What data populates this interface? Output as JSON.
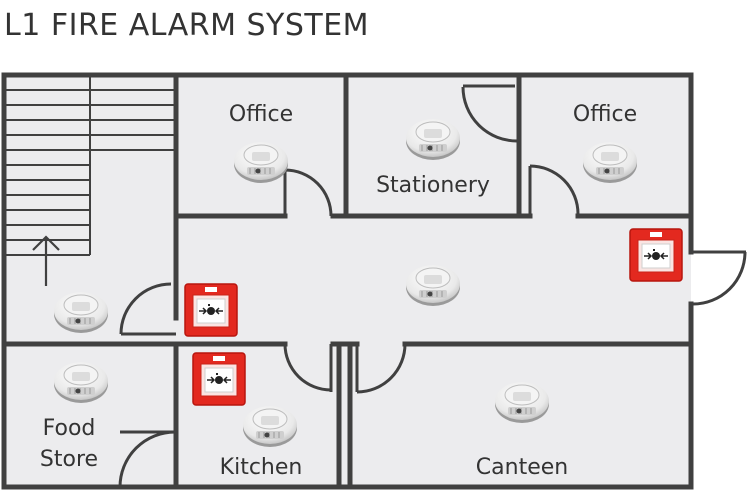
{
  "title": "L1 FIRE ALARM SYSTEM",
  "rooms": {
    "office_left": "Office",
    "stationery": "Stationery",
    "office_right": "Office",
    "food_store_line1": "Food",
    "food_store_line2": "Store",
    "kitchen": "Kitchen",
    "canteen": "Canteen"
  },
  "colors": {
    "wall": "#404040",
    "floor": "#ececee",
    "call_point": "#e3291f"
  },
  "icons": {
    "smoke_detector": "smoke-detector-icon",
    "call_point": "manual-call-point-icon",
    "stair_arrow": "arrow-up-icon"
  }
}
